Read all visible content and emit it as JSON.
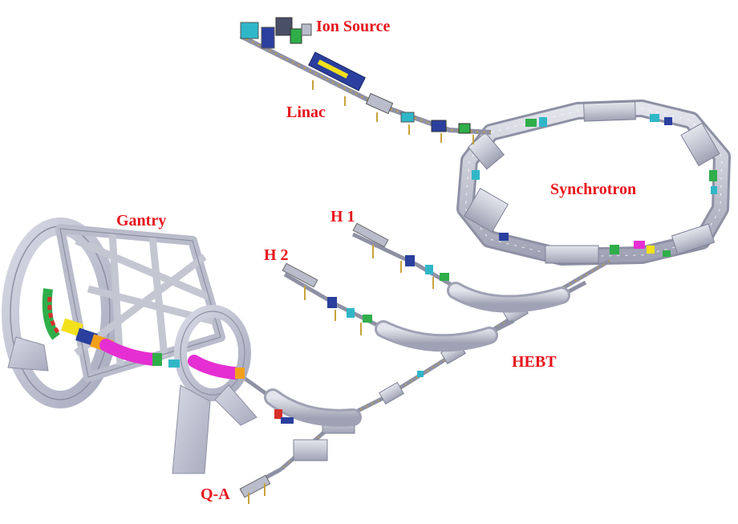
{
  "labels": {
    "ion_source": "Ion Source",
    "linac": "Linac",
    "synchrotron": "Synchrotron",
    "gantry": "Gantry",
    "h1": "H 1",
    "h2": "H 2",
    "hebt": "HEBT",
    "qa": "Q-A"
  },
  "colors": {
    "label": "#e8141c",
    "steel": "#b9bccb",
    "steel_dark": "#8e91a4",
    "magnet": "#c4c6d2",
    "stand": "#c8a23c",
    "accent_blue": "#2a3f9e",
    "accent_green": "#2fae4a",
    "accent_magenta": "#e62fd2",
    "accent_yellow": "#f2e11b",
    "accent_cyan": "#2fb7c8",
    "accent_red": "#d8302a"
  }
}
